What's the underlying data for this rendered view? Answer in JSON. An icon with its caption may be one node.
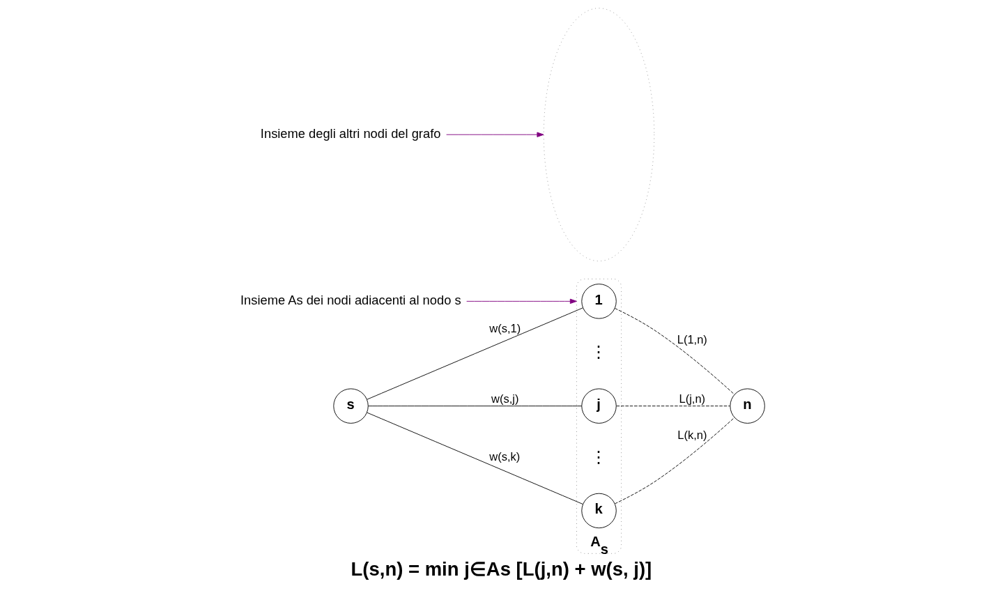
{
  "diagram": {
    "caption": "L(s,n) = min j∈As [L(j,n) + w(s, j)]",
    "nodes": [
      {
        "text": [
          "Insieme As dei nodi adiacenti al nodo s"
        ]
      },
      {
        "text": [
          "A$_{s}$"
        ]
      },
      {
        "text": [
          "1"
        ],
        "in": 1
      },
      {
        "text": [
          "j"
        ],
        "in": 1
      },
      {
        "text": [
          "k"
        ],
        "in": 1
      },
      {
        "text": [
          "s"
        ]
      },
      {
        "text": [],
        "shape": "ellipse"
      },
      {
        "text": [
          "Insieme degli altri nodi del grafo"
        ]
      },
      {
        "text": [
          "n"
        ]
      }
    ],
    "edges": [
      {
        "from": 0,
        "to": 1,
        "arrow": "to",
        "color": "#800080"
      },
      {
        "from": 7,
        "to": 6,
        "arrow": "to",
        "color": "#800080"
      },
      {
        "from": 5,
        "to": 2,
        "arrow": "none",
        "label": "w(s,1)"
      },
      {
        "from": 5,
        "to": 3,
        "arrow": "none",
        "label": "w(s,j)"
      },
      {
        "from": 5,
        "to": 4,
        "arrow": "none",
        "label": "w(s,k)"
      },
      {
        "from": 2,
        "to": 8,
        "arrow": "none",
        "style": "dashed",
        "label": "L(1,n)"
      },
      {
        "from": 3,
        "to": 8,
        "arrow": "none",
        "style": "dashed",
        "label": "L(j,n)"
      },
      {
        "from": 4,
        "to": 8,
        "arrow": "none",
        "style": "dashed",
        "label": "L(k,n)"
      }
    ],
    "labels": [
      "⋮",
      "⋮"
    ]
  }
}
